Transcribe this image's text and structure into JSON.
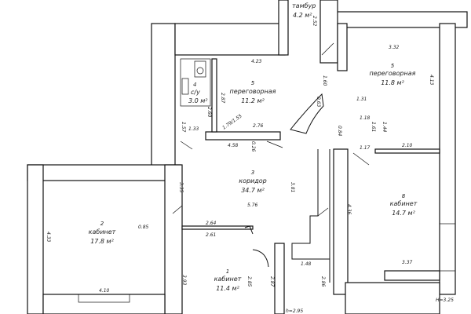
{
  "rooms": [
    {
      "num": "",
      "name": "тамбур",
      "area": "4.2 м²"
    },
    {
      "num": "4",
      "name": "с/у",
      "area": "3.0 м²"
    },
    {
      "num": "5",
      "name": "переговорная",
      "area": "11.2 м²"
    },
    {
      "num": "5",
      "name": "переговорная",
      "area": "11.8 м²"
    },
    {
      "num": "3",
      "name": "коридор",
      "area": "34.7 м²"
    },
    {
      "num": "2",
      "name": "кабинет",
      "area": "17.8 м²"
    },
    {
      "num": "8",
      "name": "кабинет",
      "area": "14.7 м²"
    },
    {
      "num": "1",
      "name": "кабинет",
      "area": "11.4 м²"
    }
  ],
  "dims": [
    "2.52",
    "4.23",
    "3.32",
    "4.13",
    "2.87",
    "2.60",
    "1.57",
    "1.33",
    "1.60",
    "0.63",
    "1.31",
    "1.18",
    "1.61",
    "1.44",
    "2.10",
    "0.84",
    "1.17",
    "4.58",
    "0.26",
    "2.76",
    "3.35",
    "3.81",
    "5.76",
    "0.85",
    "4.33",
    "2.64",
    "2.61",
    "4.36",
    "3.37",
    "1.48",
    "3.93",
    "2.85",
    "2.87",
    "2.86",
    "4.10"
  ],
  "corridor_extra": "h=2.95",
  "height_note": "H=3.25",
  "rotated_note": "1.79/1.55"
}
